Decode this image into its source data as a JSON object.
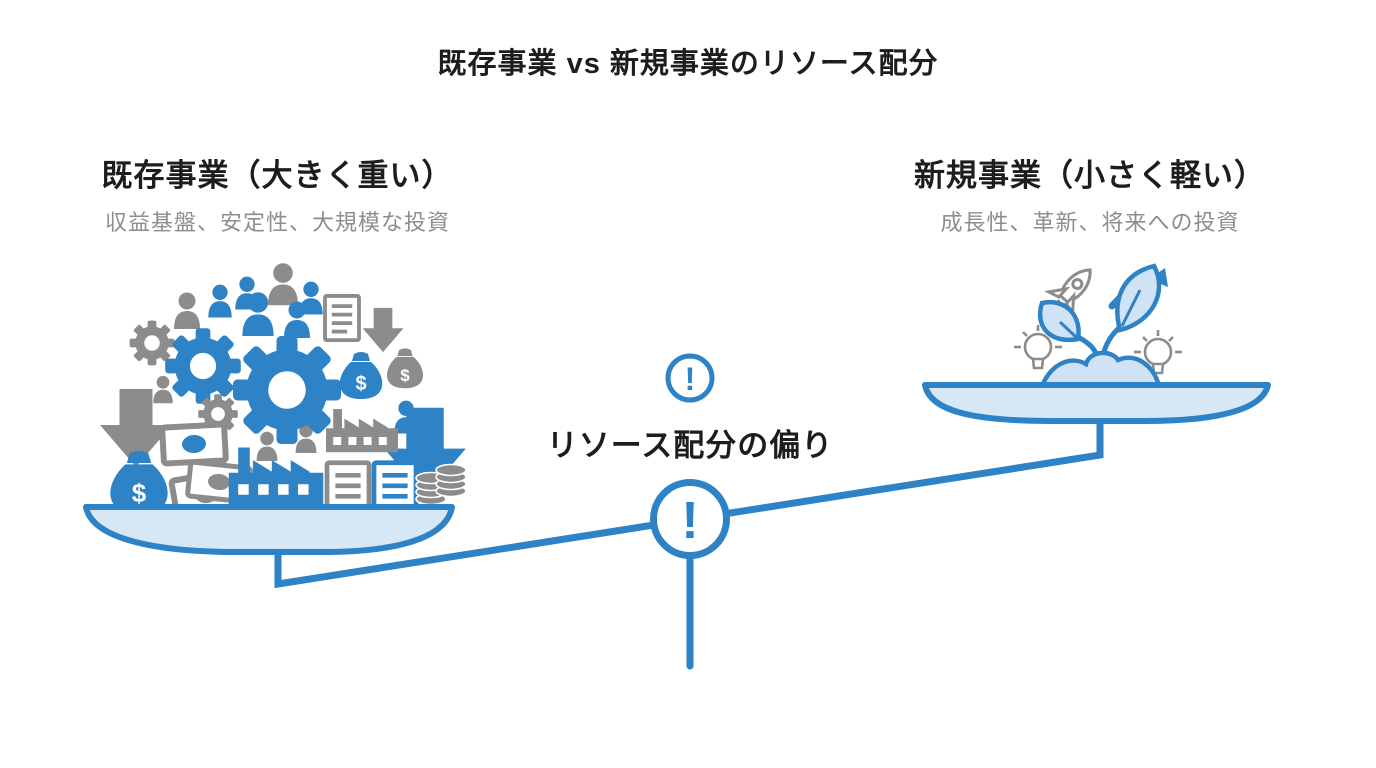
{
  "title": "既存事業 vs 新規事業のリソース配分",
  "center": {
    "label": "リソース配分の偏り",
    "warning_mark": "!"
  },
  "left_side": {
    "heading": "既存事業（大きく重い）",
    "subheading": "収益基盤、安定性、大規模な投資",
    "currency_symbol": "$",
    "pan_icons": [
      "people-group-icon",
      "gear-icon",
      "document-icon",
      "down-arrow-icon",
      "money-bag-icon",
      "banknote-icon",
      "factory-icon",
      "coins-stack-icon"
    ]
  },
  "right_side": {
    "heading": "新規事業（小さく軽い）",
    "subheading": "成長性、革新、将来への投資",
    "pan_icons": [
      "rocket-icon",
      "growth-arrow-icon",
      "sprout-icon",
      "lightbulb-icon"
    ]
  },
  "balance": {
    "tilt": "left-heavy"
  },
  "colors": {
    "primary_blue": "#2E82C6",
    "pan_fill_blue": "#D6E7F5",
    "leaf_fill_blue": "#CFE3F5",
    "icon_gray": "#8C8C8C",
    "heading_black": "#1D1D1D",
    "subheading_gray": "#8D8D8D"
  }
}
